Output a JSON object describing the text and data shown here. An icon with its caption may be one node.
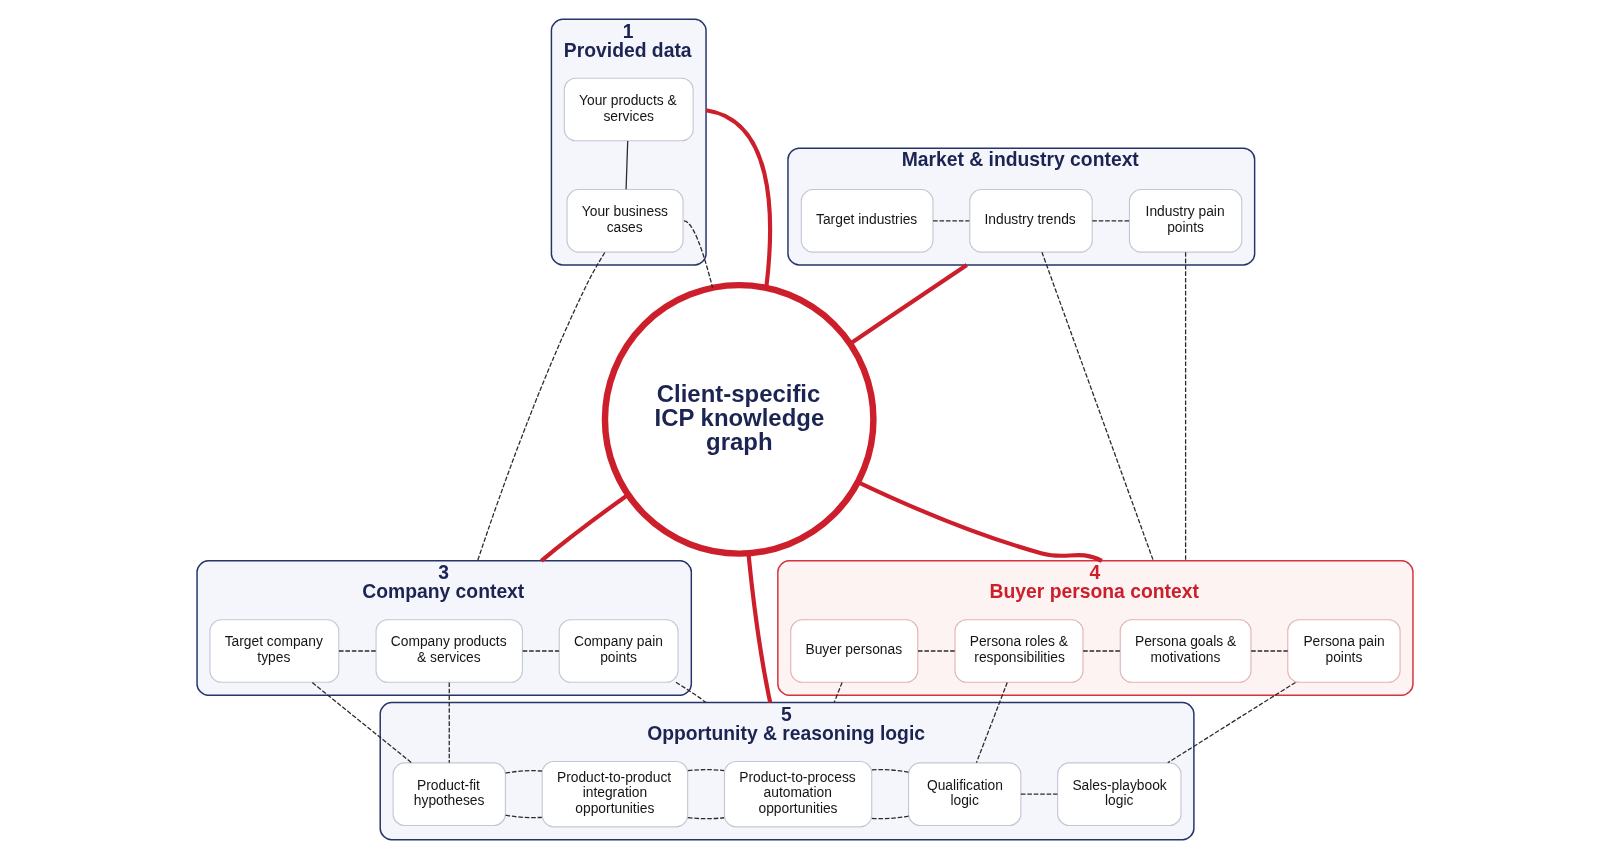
{
  "diagram": {
    "nodes": [
      {
        "text": [
          "1",
          "Provided data"
        ]
      },
      {
        "text": [
          "Your products & services"
        ],
        "in": 0
      },
      {
        "text": [
          "Your business cases"
        ],
        "in": 0
      },
      {
        "text": [
          "Market & industry context"
        ]
      },
      {
        "text": [
          "Target industries"
        ],
        "in": 3
      },
      {
        "text": [
          "Industry trends"
        ],
        "in": 3
      },
      {
        "text": [
          "Industry pain points"
        ],
        "in": 3
      },
      {
        "text": [
          "Client-specific ICP knowledge graph"
        ]
      },
      {
        "text": [
          "3",
          "Company context"
        ]
      },
      {
        "text": [
          "Target company types"
        ],
        "in": 8
      },
      {
        "text": [
          "Company products & services"
        ],
        "in": 8
      },
      {
        "text": [
          "Company pain points"
        ],
        "in": 8
      },
      {
        "text": [
          "4",
          "Buyer persona context"
        ]
      },
      {
        "text": [
          "Buyer personas"
        ],
        "in": 12
      },
      {
        "text": [
          "Persona roles & responsibilities"
        ],
        "in": 12
      },
      {
        "text": [
          "Persona goals & motivations"
        ],
        "in": 12
      },
      {
        "text": [
          "Persona pain points"
        ],
        "in": 12
      },
      {
        "text": [
          "5",
          "Opportunity & reasoning logic"
        ]
      },
      {
        "text": [
          "Product-fit hypotheses"
        ],
        "in": 17
      },
      {
        "text": [
          "Product-to-product integration opportunities"
        ],
        "in": 17
      },
      {
        "text": [
          "Product-to-process automation opportunities"
        ],
        "in": 17
      },
      {
        "text": [
          "Qualification logic"
        ],
        "in": 17
      },
      {
        "text": [
          "Sales-playbook logic"
        ],
        "in": 17
      }
    ],
    "edges": [
      {
        "from": 0,
        "to": 7,
        "arrow": "none",
        "style": "thick",
        "color": "#cc1f2b"
      },
      {
        "from": 3,
        "to": 7,
        "arrow": "none",
        "style": "thick",
        "color": "#cc1f2b"
      },
      {
        "from": 7,
        "to": 8,
        "arrow": "none",
        "style": "thick",
        "color": "#cc1f2b"
      },
      {
        "from": 7,
        "to": 12,
        "arrow": "none",
        "style": "thick",
        "color": "#cc1f2b"
      },
      {
        "from": 7,
        "to": 17,
        "arrow": "none",
        "style": "thick",
        "color": "#cc1f2b"
      },
      {
        "from": 1,
        "to": 2,
        "arrow": "none"
      },
      {
        "from": 2,
        "to": 8,
        "arrow": "none",
        "style": "dashed"
      },
      {
        "from": 2,
        "to": 7,
        "arrow": "none",
        "style": "dashed"
      },
      {
        "from": 4,
        "to": 5,
        "arrow": "none",
        "style": "dashed"
      },
      {
        "from": 5,
        "to": 6,
        "arrow": "none",
        "style": "dashed"
      },
      {
        "from": 5,
        "to": 12,
        "arrow": "none",
        "style": "dashed"
      },
      {
        "from": 6,
        "to": 12,
        "arrow": "none",
        "style": "dashed"
      },
      {
        "from": 9,
        "to": 10,
        "arrow": "none",
        "style": "dashed"
      },
      {
        "from": 10,
        "to": 11,
        "arrow": "none",
        "style": "dashed"
      },
      {
        "from": 9,
        "to": 18,
        "arrow": "none",
        "style": "dashed"
      },
      {
        "from": 10,
        "to": 18,
        "arrow": "none",
        "style": "dashed"
      },
      {
        "from": 11,
        "to": 17,
        "arrow": "none",
        "style": "dashed"
      },
      {
        "from": 13,
        "to": 14,
        "arrow": "none",
        "style": "dashed"
      },
      {
        "from": 14,
        "to": 15,
        "arrow": "none",
        "style": "dashed"
      },
      {
        "from": 15,
        "to": 16,
        "arrow": "none",
        "style": "dashed"
      },
      {
        "from": 13,
        "to": 17,
        "arrow": "none",
        "style": "dashed"
      },
      {
        "from": 14,
        "to": 21,
        "arrow": "none",
        "style": "dashed"
      },
      {
        "from": 16,
        "to": 22,
        "arrow": "none",
        "style": "dashed"
      },
      {
        "from": 18,
        "to": 19,
        "arrow": "none",
        "style": "dashed"
      },
      {
        "from": 19,
        "to": 20,
        "arrow": "none",
        "style": "dashed"
      },
      {
        "from": 20,
        "to": 21,
        "arrow": "none",
        "style": "dashed"
      },
      {
        "from": 21,
        "to": 22,
        "arrow": "none",
        "style": "dashed"
      },
      {
        "from": 18,
        "to": 19,
        "arrow": "none",
        "style": "dashed"
      },
      {
        "from": 19,
        "to": 20,
        "arrow": "none",
        "style": "dashed"
      },
      {
        "from": 20,
        "to": 21,
        "arrow": "none",
        "style": "dashed"
      }
    ]
  }
}
